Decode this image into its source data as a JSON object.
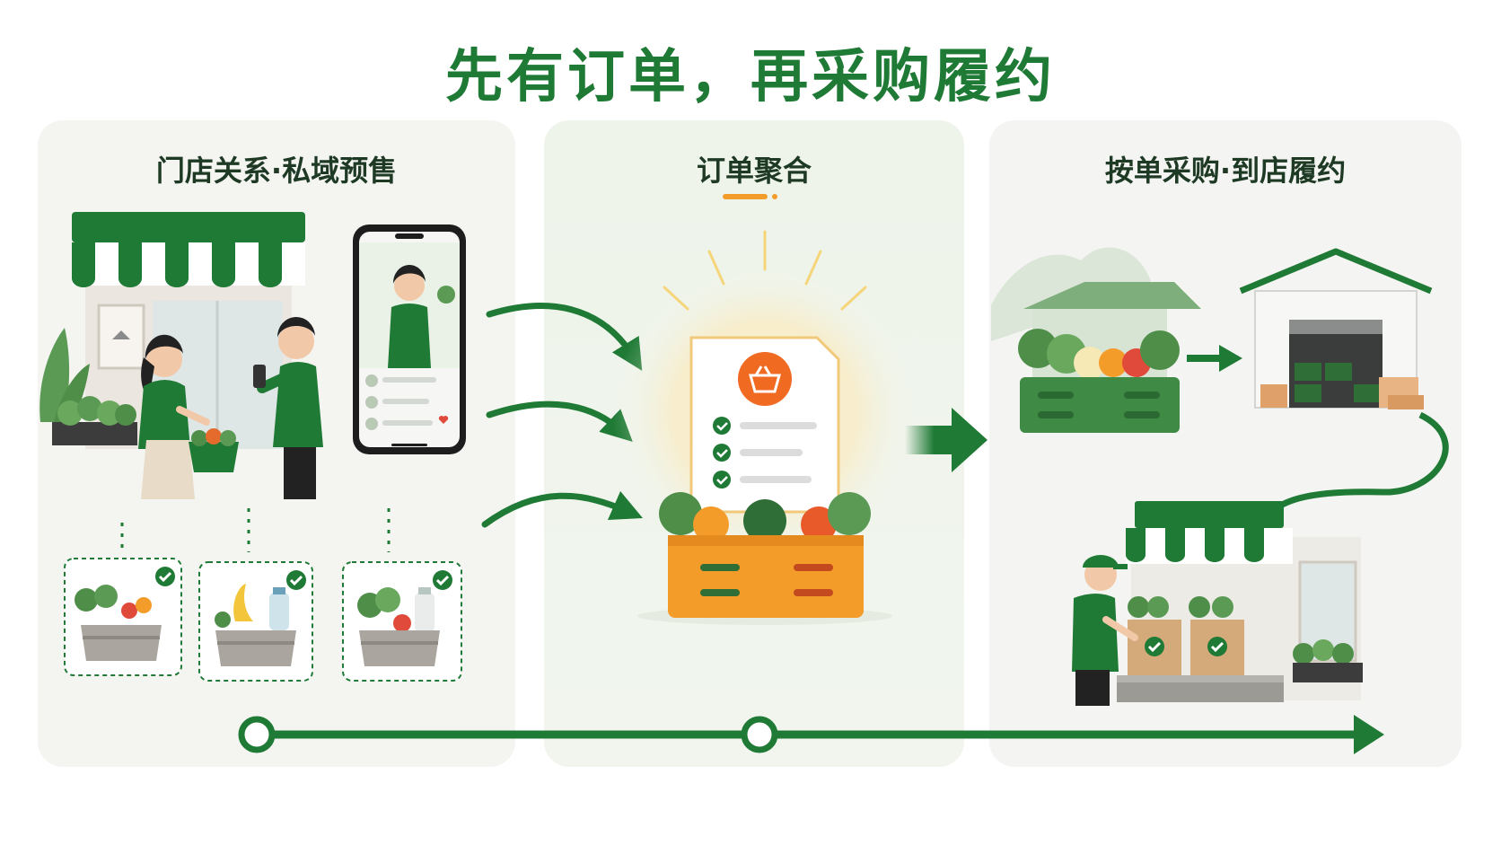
{
  "title": "先有订单，再采购履约",
  "panels": {
    "left": {
      "title": "门店关系·私域预售"
    },
    "middle": {
      "title": "订单聚合"
    },
    "right": {
      "title": "按单采购·到店履约"
    }
  },
  "colors": {
    "brand_green": "#1f7a35",
    "accent_orange": "#f39c2a",
    "panel_bg": "#f4f4f1"
  },
  "icons": [
    "storefront-icon",
    "smartphone-icon",
    "shopping-basket-icon",
    "checkmark-icon",
    "order-document-icon",
    "produce-crate-icon",
    "warehouse-icon",
    "arrow-icon"
  ]
}
